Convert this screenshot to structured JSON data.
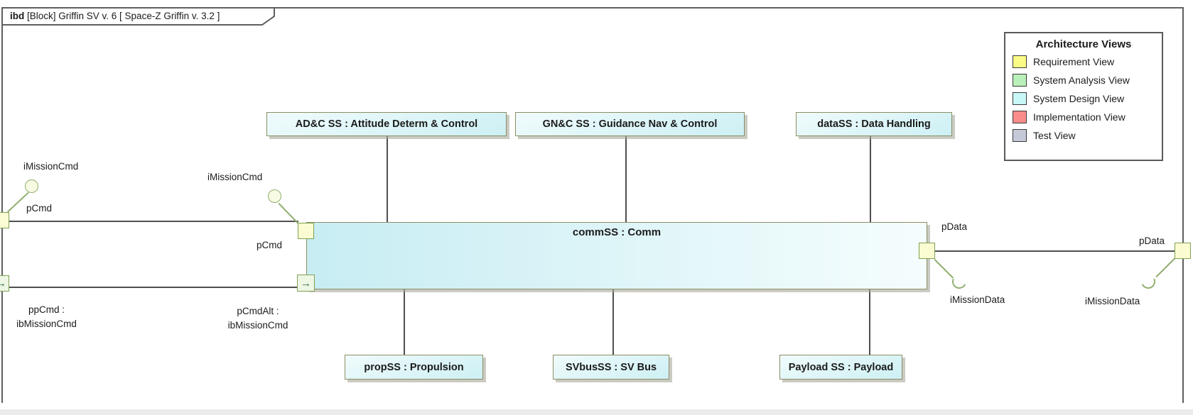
{
  "diagram": {
    "tab": {
      "keyword": "ibd",
      "title": " [Block] Griffin SV v. 6 [ Space-Z Griffin v. 3.2 ]"
    }
  },
  "legend": {
    "title": "Architecture Views",
    "items": [
      {
        "label": "Requirement View",
        "color": "#fafa87"
      },
      {
        "label": "System Analysis View",
        "color": "#b9f0b9"
      },
      {
        "label": "System Design View",
        "color": "#c9f6f6"
      },
      {
        "label": "Implementation View",
        "color": "#fa8c8c"
      },
      {
        "label": "Test View",
        "color": "#c6cad8"
      }
    ]
  },
  "blocks": {
    "comm": {
      "label": "commSS : Comm"
    },
    "top": [
      {
        "label": "AD&C SS : Attitude Determ & Control"
      },
      {
        "label": "GN&C SS : Guidance Nav & Control"
      },
      {
        "label": "dataSS : Data Handling"
      }
    ],
    "bottom": [
      {
        "label": "propSS : Propulsion"
      },
      {
        "label": "SVbusSS : SV Bus"
      },
      {
        "label": "Payload SS : Payload"
      }
    ]
  },
  "ports": {
    "frame_cmd_label": "pCmd",
    "comm_cmd_label": "pCmd",
    "frame_cmd_interface": "iMissionCmd",
    "comm_cmd_interface": "iMissionCmd",
    "frame_cmd_part": "ppCmd :\nibMissionCmd",
    "comm_cmd_alt_part": "pCmdAlt :\nibMissionCmd",
    "comm_data_label": "pData",
    "frame_data_label": "pData",
    "comm_data_interface": "iMissionData",
    "frame_data_interface": "iMissionData",
    "arrow_glyph": "→"
  }
}
